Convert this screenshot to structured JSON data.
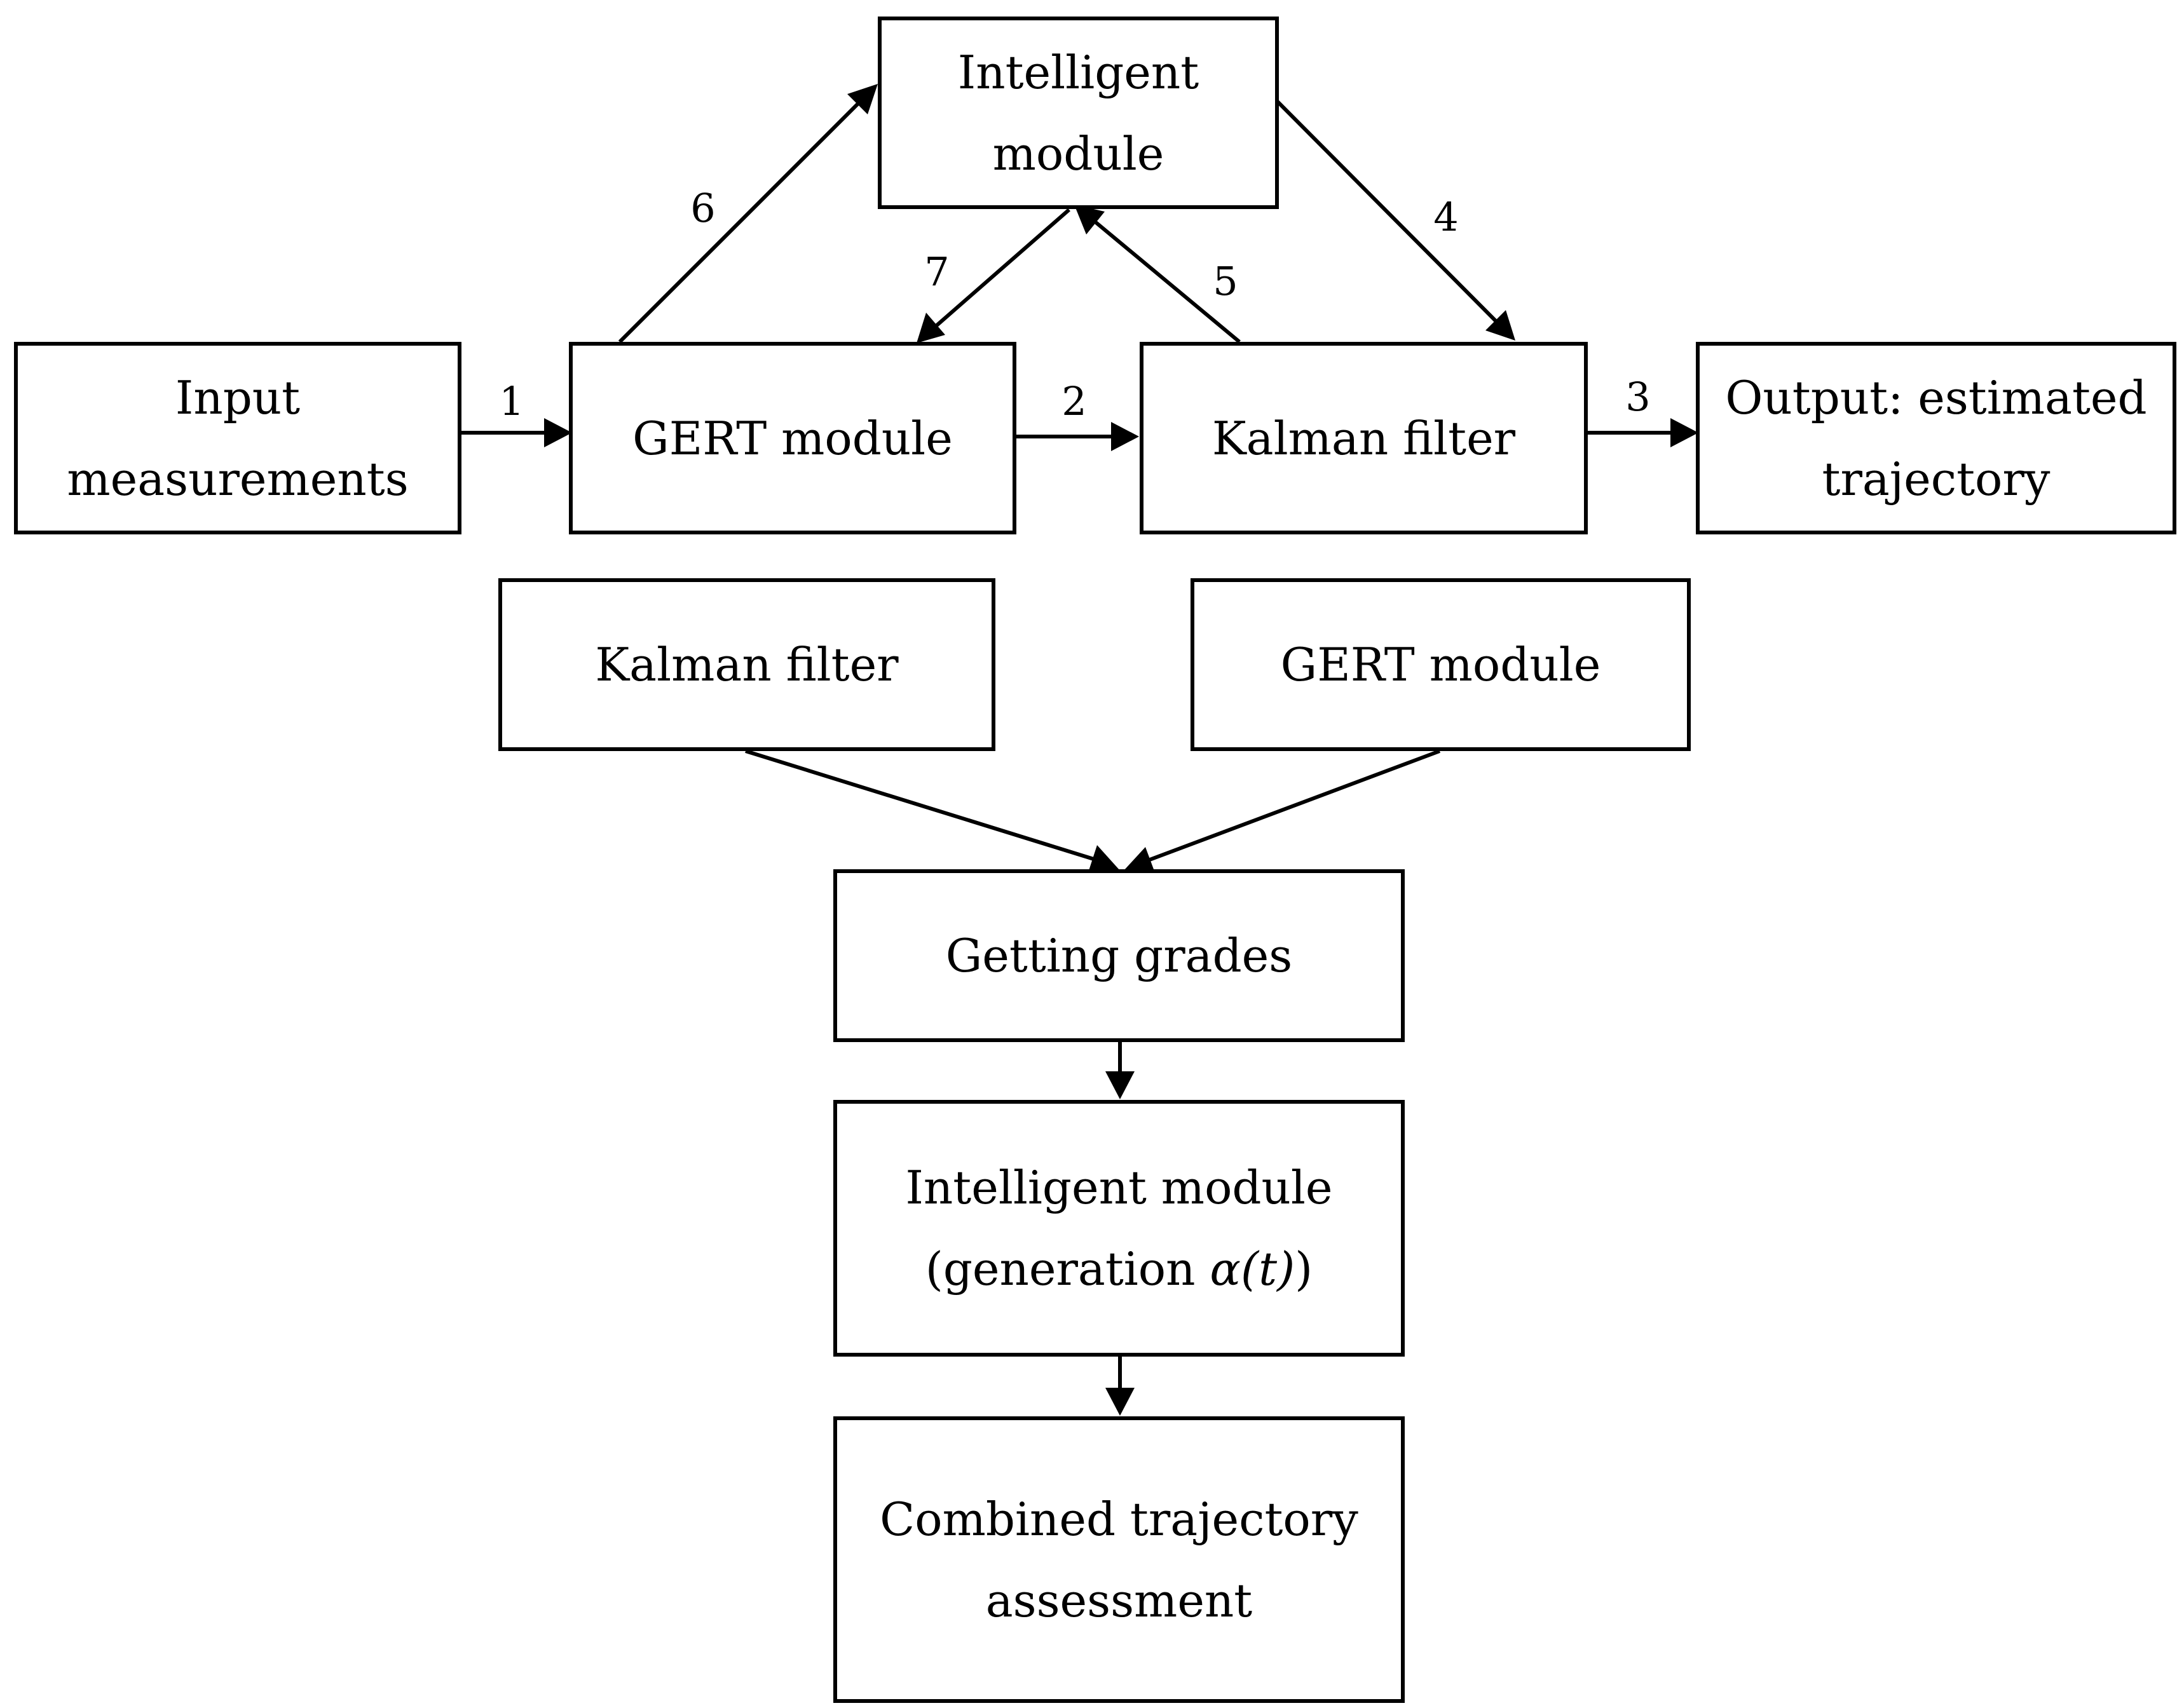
{
  "diagram": {
    "top_row": {
      "input_measurements": "Input\nmeasurements",
      "gert_module": "GERT module",
      "kalman_filter": "Kalman filter",
      "output": "Output: estimated\ntrajectory",
      "intelligent_module": "Intelligent\nmodule"
    },
    "edge_numbers": [
      "1",
      "2",
      "3",
      "4",
      "5",
      "6",
      "7"
    ],
    "bottom_flow": {
      "kalman_filter": "Kalman filter",
      "gert_module": "GERT module",
      "getting_grades": "Getting grades",
      "intelligent_module_line1": "Intelligent module",
      "intelligent_module_line2_prefix": "(generation ",
      "intelligent_module_alpha": "α(t)",
      "intelligent_module_line2_suffix": ")",
      "combined_assessment": "Combined trajectory\nassessment"
    }
  }
}
